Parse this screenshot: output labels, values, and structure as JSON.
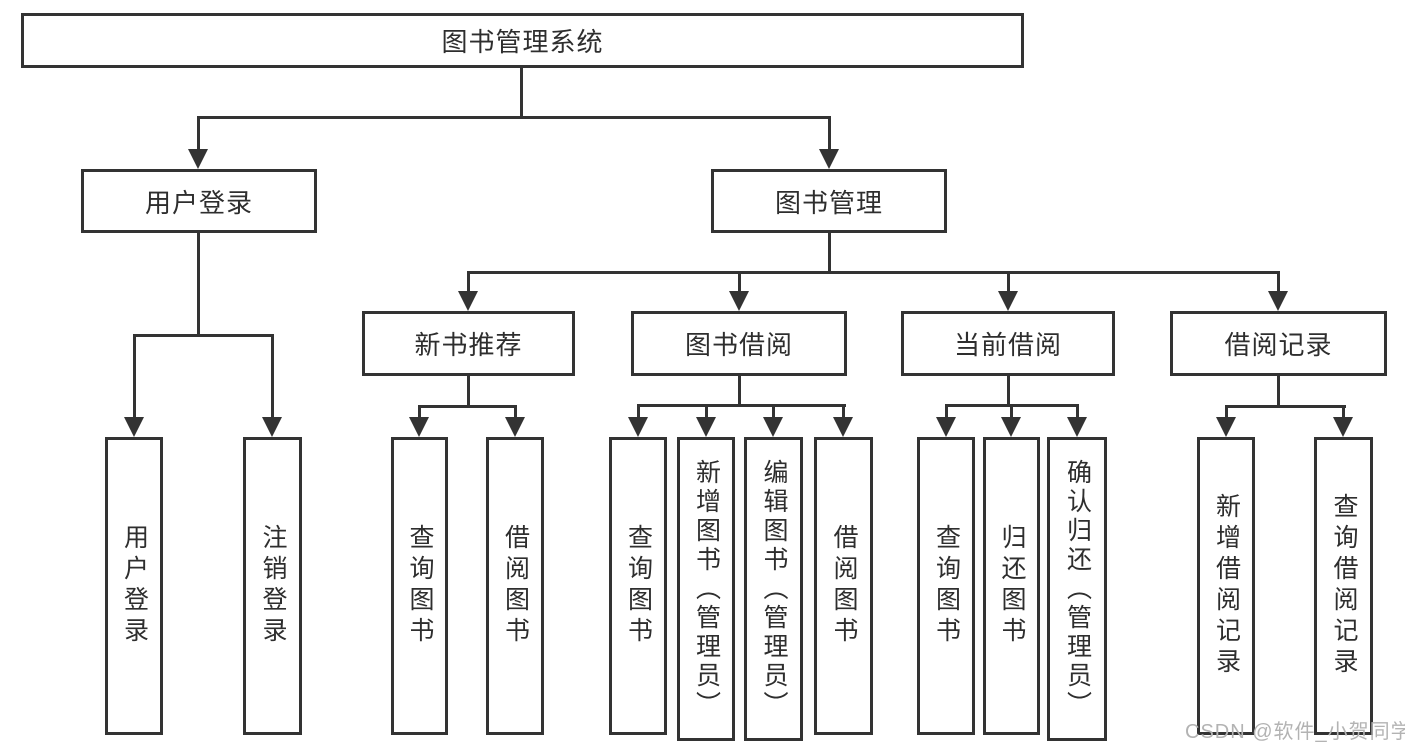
{
  "nodes": {
    "root": "图书管理系统",
    "login": "用户登录",
    "management": "图书管理",
    "recommend": "新书推荐",
    "borrow": "图书借阅",
    "current": "当前借阅",
    "record": "借阅记录"
  },
  "leaves": {
    "login": [
      "用户登录",
      "注销登录"
    ],
    "recommend": [
      "查询图书",
      "借阅图书"
    ],
    "borrow": [
      "查询图书",
      "新增图书（管理员）",
      "编辑图书（管理员）",
      "借阅图书"
    ],
    "current": [
      "查询图书",
      "归还图书",
      "确认归还（管理员）"
    ],
    "record": [
      "新增借阅记录",
      "查询借阅记录"
    ]
  },
  "watermark": "CSDN @软件_小贺同学",
  "colors": {
    "line": "#333333",
    "text": "#2e2e2e",
    "background": "#ffffff",
    "watermark": "#b3b3b3"
  }
}
